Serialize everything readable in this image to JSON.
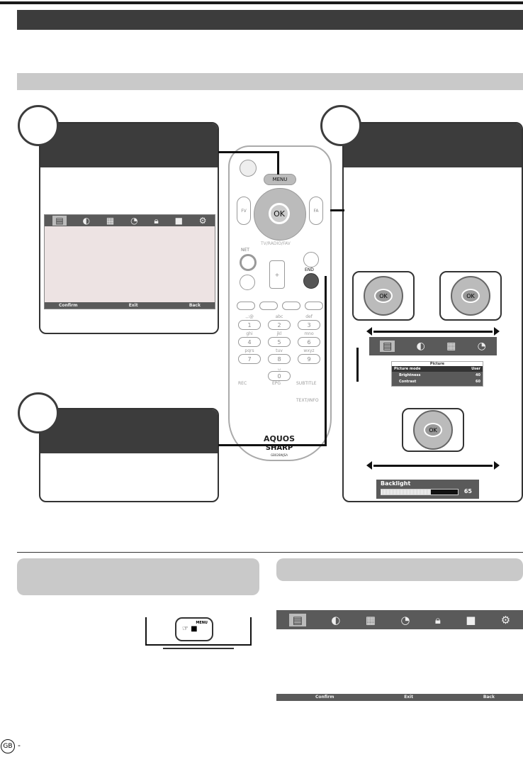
{
  "remote": {
    "menu_label": "MENU",
    "ok_label": "OK",
    "fv_label": "FV",
    "fa_label": "FA",
    "tv_radio_fav_label": "TV/RADIO/FAV",
    "net_label": "NET",
    "end_label": "END",
    "keys": [
      {
        "num": "1",
        "sub": ".,:@"
      },
      {
        "num": "2",
        "sub": "abc"
      },
      {
        "num": "3",
        "sub": "def"
      },
      {
        "num": "4",
        "sub": "ghi"
      },
      {
        "num": "5",
        "sub": "jkl"
      },
      {
        "num": "6",
        "sub": "mno"
      },
      {
        "num": "7",
        "sub": "pqrs"
      },
      {
        "num": "8",
        "sub": "tuv"
      },
      {
        "num": "9",
        "sub": "wxyz"
      },
      {
        "num": "0",
        "sub": "␣"
      }
    ],
    "rec_label": "REC",
    "epg_label": "EPG",
    "subtitle_label": "SUBTITLE",
    "text_info_label": "TEXT/INFO",
    "brand_aquos": "AQUOS",
    "brand_sharp": "SHARP",
    "model": "GB028WJSA"
  },
  "osd_menu": {
    "icons": [
      "picture-icon",
      "sound-icon",
      "channel-icon",
      "timer-icon",
      "lock-icon",
      "setup-icon",
      "option-icon"
    ],
    "footer": {
      "confirm": "Confirm",
      "exit": "Exit",
      "back": "Back"
    }
  },
  "picture_submenu": {
    "title": "Picture",
    "rows": [
      {
        "label": "Picture mode",
        "value": "User"
      },
      {
        "label": "Brightness",
        "value": "40"
      },
      {
        "label": "Contrast",
        "value": "60"
      }
    ]
  },
  "backlight": {
    "label": "Backlight",
    "value": "65",
    "fraction": 0.65
  },
  "tv_menu_label": "MENU",
  "page_prefix": "GB",
  "page_sep": "-"
}
